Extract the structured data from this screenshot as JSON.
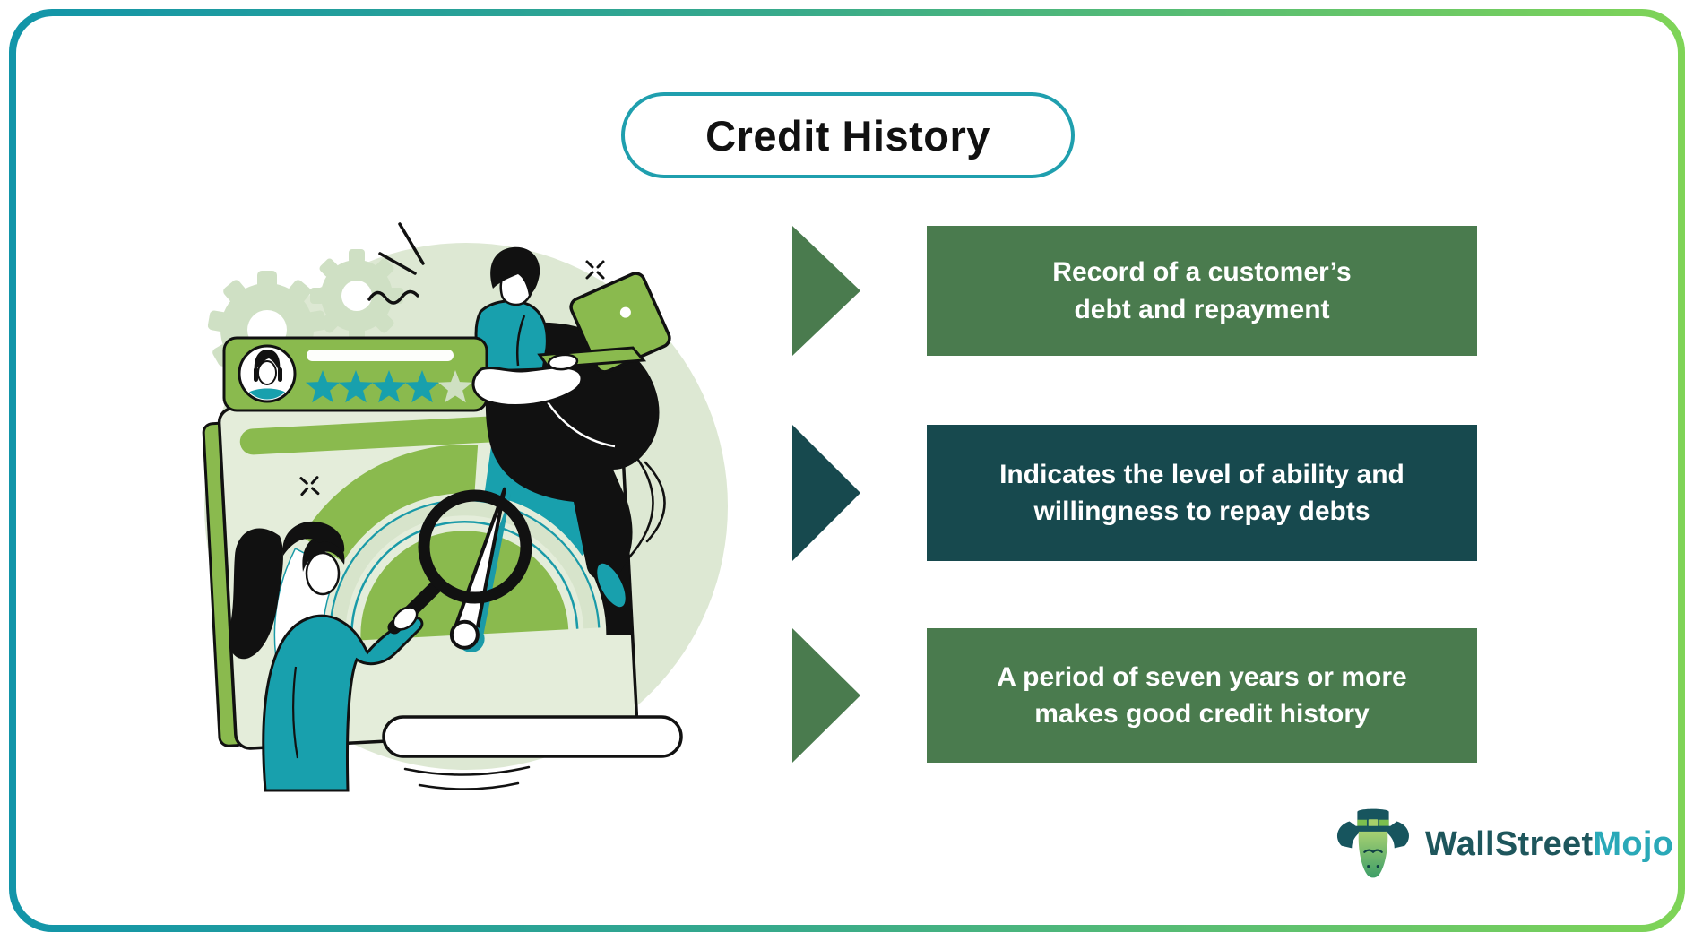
{
  "page": {
    "background": "#ffffff"
  },
  "frame": {
    "border_gradient_start": "#1295a9",
    "border_gradient_end": "#7fd457"
  },
  "title": {
    "text": "Credit History",
    "border_color": "#1f9fae",
    "text_color": "#111111"
  },
  "points": [
    {
      "text": "Record of a customer’s\ndebt and repayment",
      "box_color": "#4a7b4e",
      "arrow_color": "#4a7b4e",
      "text_color": "#ffffff"
    },
    {
      "text": "Indicates the level of ability and\nwillingness to repay debts",
      "box_color": "#17494e",
      "arrow_color": "#17494e",
      "text_color": "#ffffff"
    },
    {
      "text": "A period of seven years or more\nmakes good credit history",
      "box_color": "#4a7b4e",
      "arrow_color": "#4a7b4e",
      "text_color": "#ffffff"
    }
  ],
  "illustration": {
    "description": "Two people examining a credit score gauge on a laptop screen with a magnifying glass and a customer star rating card",
    "rating_stars_filled": 4,
    "rating_stars_total": 5,
    "palette": {
      "green": "#8aba4e",
      "teal": "#18a0ad",
      "sage": "#dde8d3",
      "dark": "#111111"
    }
  },
  "logo": {
    "brand_part1": "WallStreet",
    "brand_part2": "Mojo",
    "part1_color": "#1e565c",
    "part2_color": "#2aa9b8",
    "icon": "bull-with-top-hat"
  }
}
